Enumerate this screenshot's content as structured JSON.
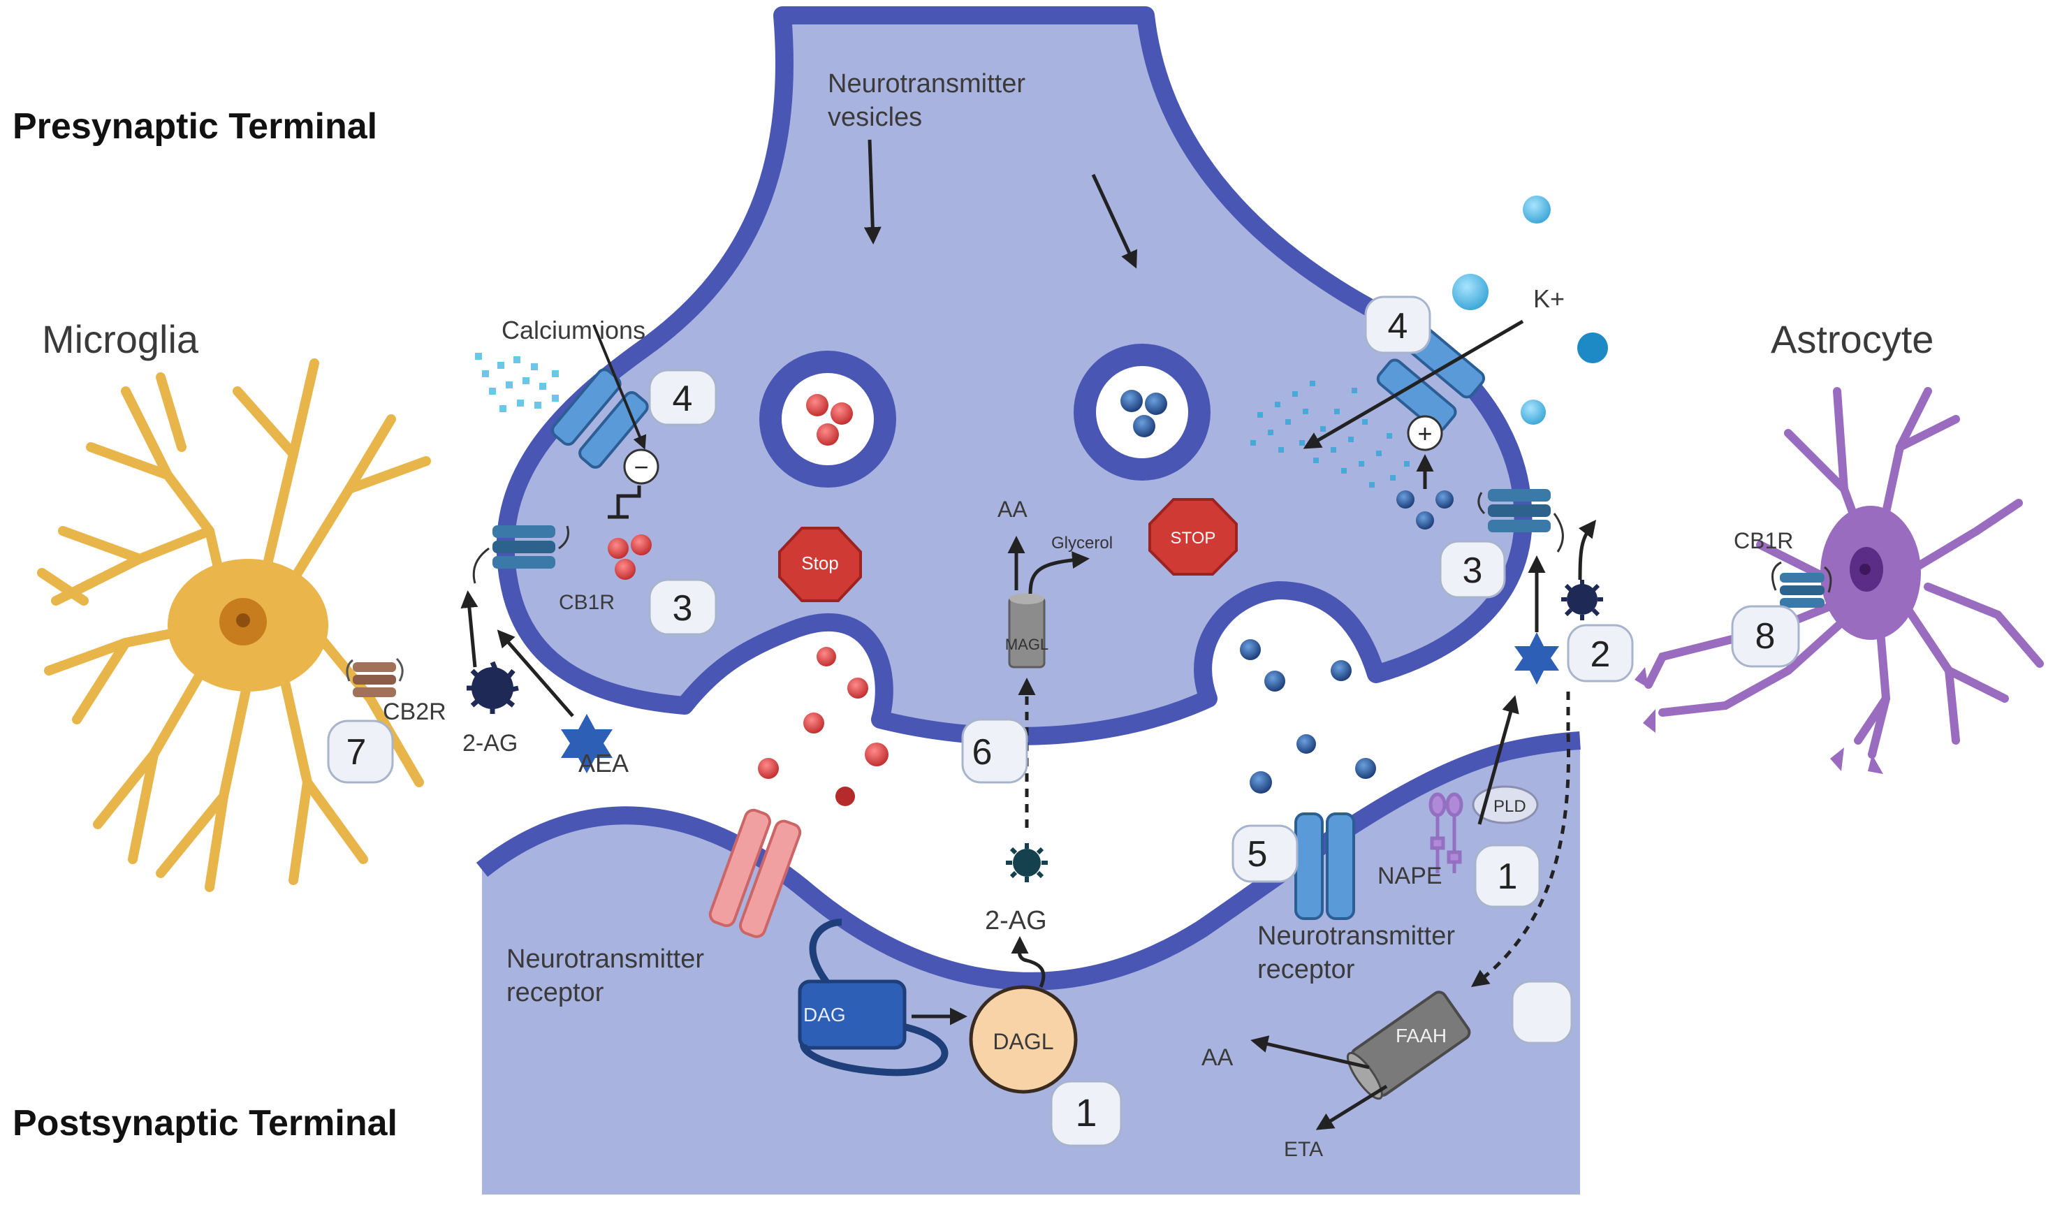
{
  "headings": {
    "presynaptic": "Presynaptic Terminal",
    "postsynaptic": "Postsynaptic Terminal"
  },
  "cells": {
    "microglia": "Microglia",
    "astrocyte": "Astrocyte"
  },
  "labels": {
    "neurotransmitter_vesicles_line1": "Neurotransmitter",
    "neurotransmitter_vesicles_line2": "vesicles",
    "calcium_ions": "Calcium ions",
    "k_plus": "K+",
    "minus_sign": "−",
    "plus_sign": "+",
    "cb1r_left": "CB1R",
    "cb1r_astro": "CB1R",
    "cb2r": "CB2R",
    "two_ag_left": "2-AG",
    "aea": "AEA",
    "stop_left": "Stop",
    "stop_right": "STOP",
    "aa_magl": "AA",
    "glycerol": "Glycerol",
    "magl": "MAGL",
    "two_ag_center": "2-AG",
    "dag": "DAG",
    "dagl": "DAGL",
    "pld": "PLD",
    "nape": "NAPE",
    "nt_receptor_left_line1": "Neurotransmitter",
    "nt_receptor_left_line2": "receptor",
    "nt_receptor_right_line1": "Neurotransmitter",
    "nt_receptor_right_line2": "receptor",
    "faah": "FAAH",
    "aa_faah": "AA",
    "eta": "ETA"
  },
  "step_numbers": {
    "calcium_channel": "4",
    "potassium_channel": "4",
    "cb1r_left": "3",
    "cb1r_right": "3",
    "astro_ligand": "2",
    "magl": "6",
    "nape_pld": "1",
    "dagl": "1",
    "receptor_right": "5",
    "microglia": "7",
    "astrocyte": "8",
    "faah_blank": ""
  },
  "colors": {
    "terminal_fill": "#a9b3df",
    "membrane": "#4a56b4",
    "microglia": "#e8b54a",
    "astrocyte": "#9a6cc0",
    "vesicle_red": "#e34a4a",
    "vesicle_blue": "#2d5b9c",
    "stop_sign": "#cf3a35",
    "receptor_pink": "#f0a0a0",
    "receptor_blue": "#5a9ad8"
  }
}
